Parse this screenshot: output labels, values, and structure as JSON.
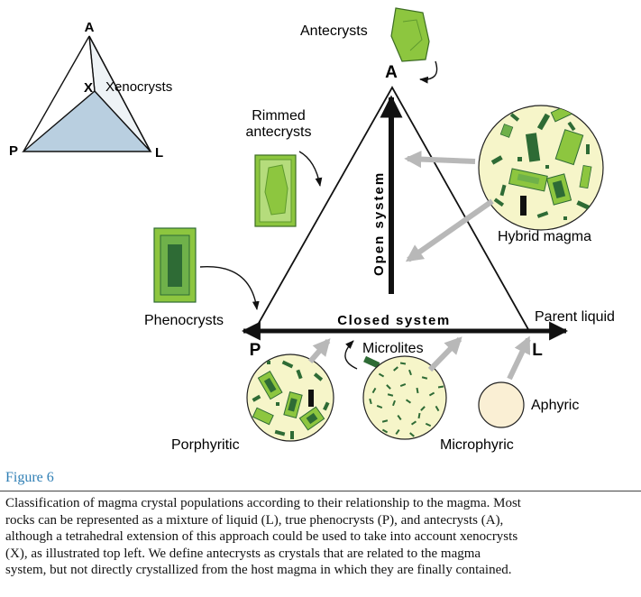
{
  "diagram": {
    "inset": {
      "vertex_a": "A",
      "vertex_x": "X",
      "xenocrysts_label": "Xenocrysts",
      "vertex_p": "P",
      "vertex_l": "L"
    },
    "main": {
      "vertex_a": "A",
      "vertex_p": "P",
      "vertex_l": "L",
      "open_system_label": "Open system",
      "closed_system_label": "Closed system",
      "parent_liquid_label": "Parent liquid",
      "antecrysts_label": "Antecrysts",
      "rimmed_antecrysts_line1": "Rimmed",
      "rimmed_antecrysts_line2": "antecrysts",
      "phenocrysts_label": "Phenocrysts",
      "hybrid_magma_label": "Hybrid magma",
      "microlites_label": "Microlites",
      "porphyritic_label": "Porphyritic",
      "microphyric_label": "Microphyric",
      "aphyric_label": "Aphyric"
    },
    "colors": {
      "inset_fill": "#b9cfe0",
      "crystal_green": "#8dc63f",
      "dark_green": "#2e6b35",
      "groundmass": "#f6f5c9",
      "liquid": "#faefd4",
      "gray_arrow": "#b8b8b8"
    }
  },
  "figure": {
    "title": "Figure 6",
    "caption_lines": [
      "Classification of magma crystal populations according to their relationship to the magma. Most",
      "rocks can be represented as a mixture of liquid (L), true phenocrysts (P), and antecrysts (A),",
      "although a tetrahedral extension of this approach could be used to take into account xenocrysts",
      "(X), as illustrated top left. We define antecrysts as crystals that are related to the magma",
      "system, but not directly crystallized from the host magma in which they are finally contained."
    ]
  }
}
